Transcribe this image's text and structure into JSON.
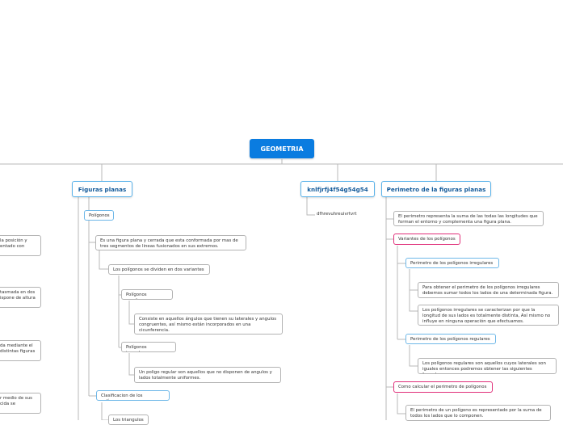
{
  "root": {
    "title": "GEOMETRIA"
  },
  "left_fragments": [
    "la posición y\nentado con",
    "tasmada en dos\nispone de altura",
    "da mediante el\ndistintas figuras",
    "r medio de sus\ncida se"
  ],
  "branches": {
    "figuras": {
      "title": "Figuras planas",
      "poligonos": "Polígonos",
      "definicion": "Es una figura plana y cerrada que esta conformada por mas de tres segmentos de lineas fusionados en sus extremos.",
      "variantes": "Los polígonos se dividen en dos variantes",
      "regulares": "Polígonos regulares",
      "regulares_desc": "Consiste en aquellos ángulos que tienen su laterales y angulos congruentes, así mismo están incorporados en una cicunferencia.",
      "irregulares": "Polígonos irregulares",
      "irregulares_desc": "Un poligo regular son aquellos que no disponen de  angulos y lados totalmente uniformes.",
      "clasificacion": "Clasificacion de los polígonos",
      "triangulos": "Los triangulos"
    },
    "middle": {
      "title": "knlfjrfj4f54g54g54",
      "child": "dfhrevuhreuivrtvrt"
    },
    "perimetro": {
      "title": "Perimetro de la figuras planas",
      "intro": "El perimetro representa la suma de las todas las longitudes que forman el entorno y complementa una figura plana.",
      "variantes": "Variantes de los polígonos",
      "irregulares": "Perimetro de los polígonos irregulares",
      "irregulares_a": "Para obtener el perimetro de los polígonos irregulares debemos sumar todos los lados de una determinada figura.",
      "irregulares_b": "Los polígonos irregulares se caracterizan por que la longitud de sus lados es totalmente distinta, Así mismo no influye en ninguna operación que efectuamos.",
      "regulares": "Perimetro de los polígonos regulares",
      "regulares_a": "Los polígonos regulares son aquellos cuyos laterales son iguales entonces podremos obtener las siguientes formulas:",
      "como": "Como calcular el perimetro de  polígonos",
      "como_a": "El perimetro de un polígono es representado por la suma de todos los lados que lo componen."
    }
  }
}
